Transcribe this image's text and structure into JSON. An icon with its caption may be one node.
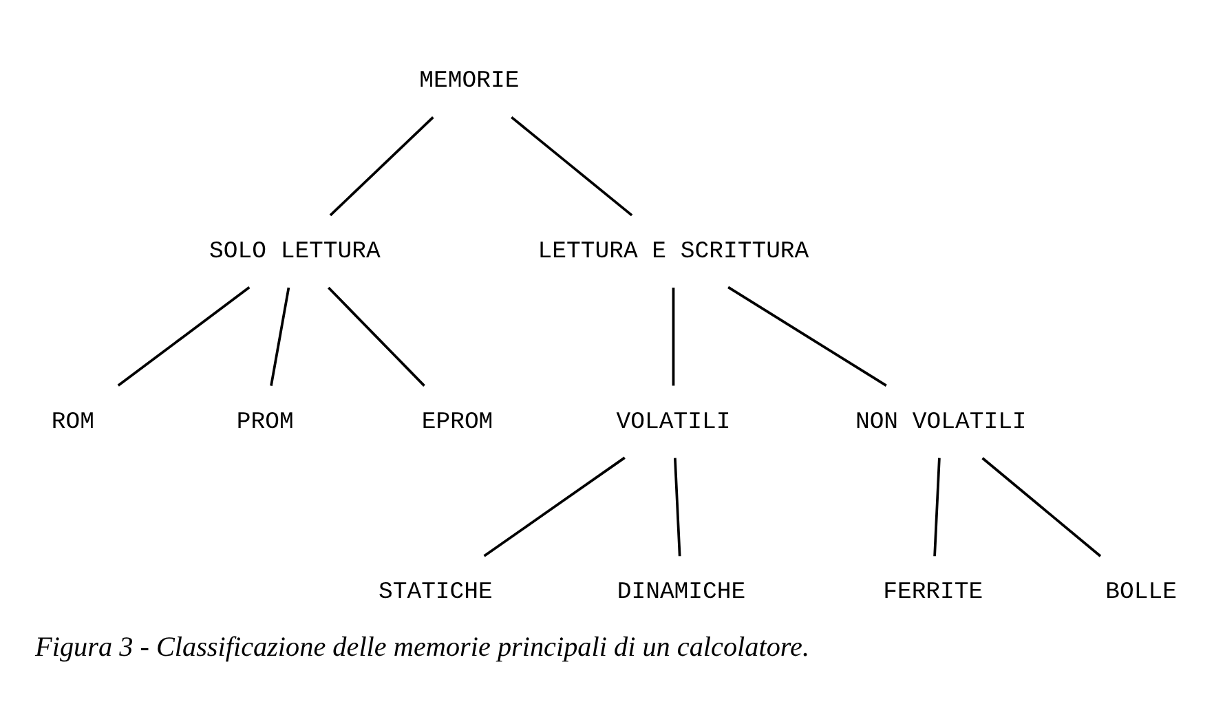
{
  "diagram": {
    "caption": "Figura 3 - Classificazione delle memorie principali di un calcolatore.",
    "nodes": [
      {
        "text": [
          "MEMORIE"
        ]
      },
      {
        "text": [
          "SOLO LETTURA"
        ]
      },
      {
        "text": [
          "LETTURA E SCRITTURA"
        ]
      },
      {
        "text": [
          "ROM"
        ]
      },
      {
        "text": [
          "PROM"
        ]
      },
      {
        "text": [
          "EPROM"
        ]
      },
      {
        "text": [
          "VOLATILI"
        ]
      },
      {
        "text": [
          "NON VOLATILI"
        ]
      },
      {
        "text": [
          "STATICHE"
        ]
      },
      {
        "text": [
          "DINAMICHE"
        ]
      },
      {
        "text": [
          "FERRITE"
        ]
      },
      {
        "text": [
          "BOLLE"
        ]
      }
    ],
    "edges": [
      {
        "from": 0,
        "to": 1,
        "arrow": "none"
      },
      {
        "from": 0,
        "to": 2,
        "arrow": "none"
      },
      {
        "from": 1,
        "to": 3,
        "arrow": "none"
      },
      {
        "from": 1,
        "to": 4,
        "arrow": "none"
      },
      {
        "from": 1,
        "to": 5,
        "arrow": "none"
      },
      {
        "from": 2,
        "to": 6,
        "arrow": "none"
      },
      {
        "from": 2,
        "to": 7,
        "arrow": "none"
      },
      {
        "from": 6,
        "to": 8,
        "arrow": "none"
      },
      {
        "from": 6,
        "to": 9,
        "arrow": "none"
      },
      {
        "from": 7,
        "to": 10,
        "arrow": "none"
      },
      {
        "from": 7,
        "to": 11,
        "arrow": "none"
      }
    ]
  }
}
